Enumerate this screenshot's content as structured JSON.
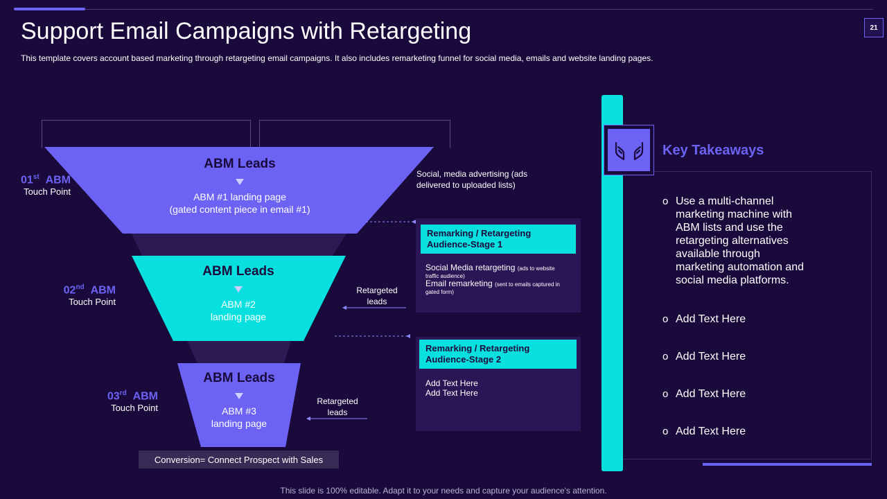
{
  "slide": {
    "page_number": "21",
    "title": "Support Email Campaigns with Retargeting",
    "subtitle": "This template covers account based marketing through retargeting email campaigns. It also includes remarketing funnel for social media, emails and website landing pages.",
    "footer": "This slide is 100% editable. Adapt it to your needs and capture your audience's attention."
  },
  "colors": {
    "background": "#1a0a3b",
    "accent_purple": "#6c63f5",
    "accent_cyan": "#08e0e0"
  },
  "funnel": {
    "layers": [
      {
        "heading": "ABM Leads",
        "line1": "ABM #1 landing page",
        "line2": "(gated content piece in email #1)"
      },
      {
        "heading": "ABM Leads",
        "line1": "ABM #2",
        "line2": "landing page"
      },
      {
        "heading": "ABM Leads",
        "line1": "ABM #3",
        "line2": "landing page"
      }
    ],
    "conversion": "Conversion=  Connect Prospect with Sales"
  },
  "touch_points": [
    {
      "num": "01",
      "sup": "st",
      "label": "ABM",
      "sub": "Touch Point"
    },
    {
      "num": "02",
      "sup": "nd",
      "label": "ABM",
      "sub": "Touch Point"
    },
    {
      "num": "03",
      "sup": "rd",
      "label": "ABM",
      "sub": "Touch Point"
    }
  ],
  "social_note": {
    "line1": "Social, media advertising (ads",
    "line2": "delivered  to uploaded lists)"
  },
  "retargeted": [
    {
      "line1": "Retargeted",
      "line2": "leads"
    },
    {
      "line1": "Retargeted",
      "line2": "leads"
    }
  ],
  "stages": [
    {
      "head1": "Remarking / Retargeting",
      "head2": "Audience-Stage 1",
      "a_main": "Social Media retargeting ",
      "a_small1": "(ads to website",
      "a_small2": "traffic audience)",
      "b_main": "Email remarketing ",
      "b_small1": "(sent to emails captured in",
      "b_small2": "gated form)"
    },
    {
      "head1": "Remarking / Retargeting",
      "head2": "Audience-Stage 2",
      "line1": "Add Text Here",
      "line2": "Add Text Here"
    }
  ],
  "takeaways": {
    "icon": "hands-icon",
    "title": "Key Takeaways",
    "bullet": "o",
    "items": [
      "Use a multi-channel marketing machine with ABM lists and use the retargeting alternatives available through marketing automation and social media platforms.",
      "Add Text Here",
      "Add Text Here",
      "Add Text Here",
      "Add Text Here"
    ]
  }
}
